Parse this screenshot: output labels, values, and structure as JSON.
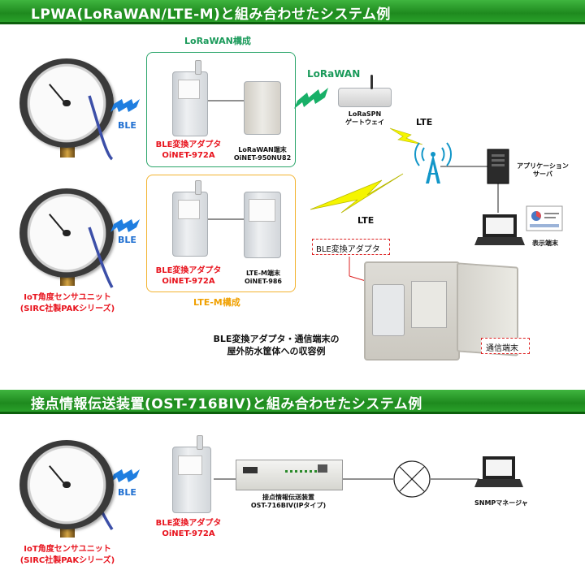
{
  "section1": {
    "title": "LPWA(LoRaWAN/LTE-M)と組み合わせたシステム例"
  },
  "section2": {
    "title": "接点情報伝送装置(OST-716BIV)と組み合わせたシステム例"
  },
  "lorawan_group": {
    "title": "LoRaWAN構成",
    "adapter_label": "BLE変換アダプタ\nOiNET-972A",
    "terminal_label": "LoRaWAN端末\nOiNET-950NU82"
  },
  "ltem_group": {
    "title": "LTE-M構成",
    "adapter_label": "BLE変換アダプタ\nOiNET-972A",
    "terminal_label": "LTE-M端末\nOiNET-986"
  },
  "links": {
    "ble_1": "BLE",
    "ble_2": "BLE",
    "ble_3": "BLE",
    "lorawan": "LoRaWAN",
    "lte_1": "LTE",
    "lte_2": "LTE"
  },
  "gateway_label": "LoRaSPN\nゲートウェイ",
  "server_label": "アプリケーション\nサーバ",
  "display_terminal_label": "表示端末",
  "sensor_label_1": "IoT角度センサユニット\n(SIRC社製PAKシリーズ)",
  "sensor_label_2": "IoT角度センサユニット\n(SIRC社製PAKシリーズ)",
  "enclosure": {
    "callout_adapter": "BLE変換アダプタ",
    "callout_terminal": "通信端末",
    "caption": "BLE変換アダプタ・通信端末の\n屋外防水筐体への収容例"
  },
  "ost": {
    "adapter_label": "BLE変換アダプタ\nOiNET-972A",
    "device_label": "接点情報伝送装置\nOST-716BIV(IPタイプ)",
    "snmp_label": "SNMPマネージャ"
  },
  "colors": {
    "banner": "#1e8a1e",
    "red_text": "#e8141e",
    "ble_blue": "#1f6fd1",
    "lorawan_green": "#1a9a5a",
    "ltem_orange": "#f0a000",
    "lte_yellow": "#f5f500"
  },
  "icons": [
    "pressure-gauge-icon",
    "ble-signal-icon",
    "lte-bolt-icon",
    "lorawan-signal-icon",
    "cell-tower-icon",
    "server-icon",
    "laptop-icon",
    "network-cross-icon"
  ]
}
